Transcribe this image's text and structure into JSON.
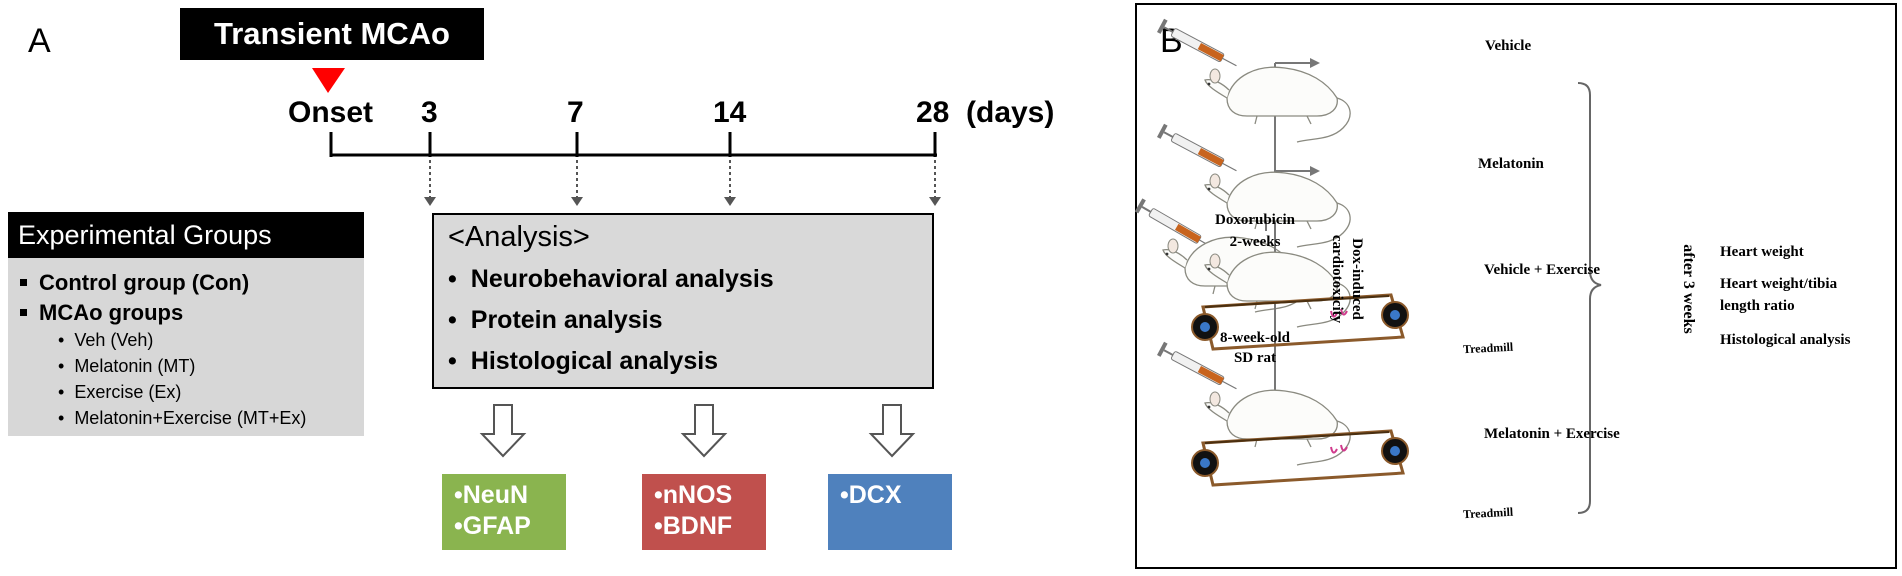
{
  "panel_a": {
    "label": "A",
    "mcao_title": "Transient MCAo",
    "timeline": {
      "onset": "Onset",
      "day_labels": [
        "3",
        "7",
        "14",
        "28"
      ],
      "unit": "(days)"
    },
    "experimental_groups": {
      "title": "Experimental Groups",
      "main_groups": [
        "Control group (Con)",
        "MCAo groups"
      ],
      "sub_groups": [
        "Veh (Veh)",
        "Melatonin (MT)",
        "Exercise (Ex)",
        "Melatonin+Exercise (MT+Ex)"
      ]
    },
    "analysis": {
      "title": "<Analysis>",
      "items": [
        "Neurobehavioral analysis",
        "Protein analysis",
        "Histological analysis"
      ]
    },
    "markers": [
      {
        "lines": [
          "•NeuN",
          "•GFAP"
        ],
        "color": "#8ab44f"
      },
      {
        "lines": [
          "•nNOS",
          "•BDNF"
        ],
        "color": "#c0504d"
      },
      {
        "lines": [
          "•DCX"
        ],
        "color": "#4f81bd"
      }
    ]
  },
  "panel_b": {
    "label": "B",
    "start": {
      "drug": "Doxorubicin",
      "duration": "2-weeks",
      "animal_line1": "8-week-old",
      "animal_line2": "SD rat"
    },
    "dox_label_line1": "Dox-induced",
    "dox_label_line2": "cardiotoxicity",
    "groups": [
      "Vehicle",
      "Melatonin",
      "Vehicle + Exercise",
      "Melatonin + Exercise"
    ],
    "treadmill_label": "Treadmill",
    "after_label": "after 3 weeks",
    "outcomes": {
      "heart_weight": "Heart weight",
      "ratio_line1": "Heart weight/tibia",
      "ratio_line2": "length ratio",
      "histology": "Histological analysis"
    },
    "colors": {
      "syringe_liquid": "#c8641e",
      "treadmill_belt": "#8b5a2b"
    }
  }
}
